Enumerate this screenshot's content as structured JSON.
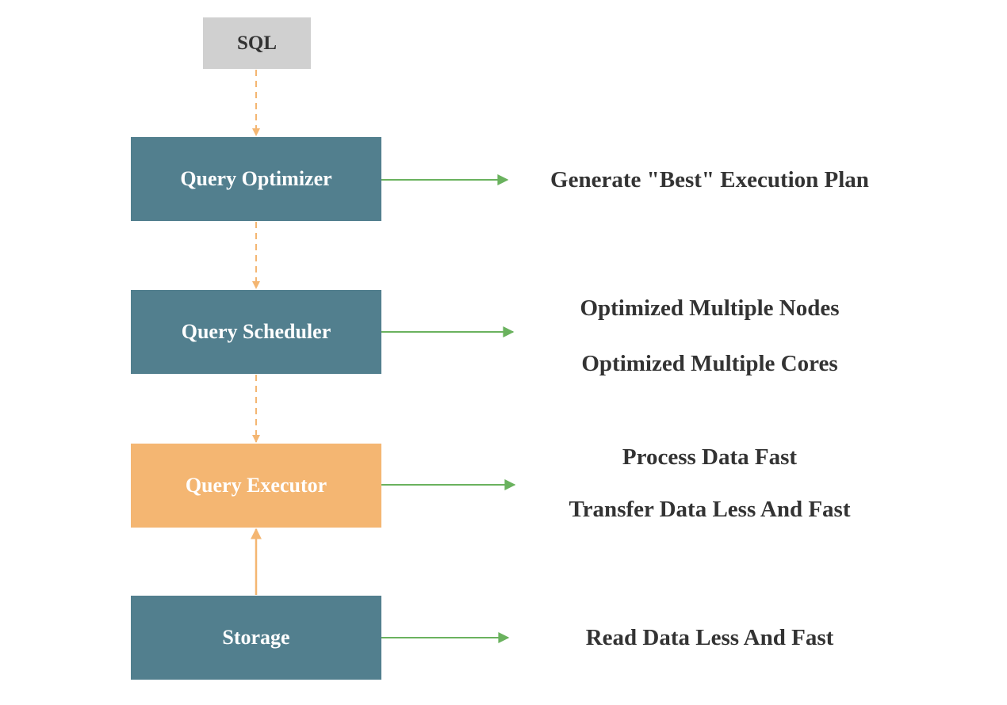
{
  "colors": {
    "sql_box": "#d0d0d0",
    "stage_box": "#527f8e",
    "highlight_box": "#f4b672",
    "flow_arrow": "#f4b672",
    "output_arrow": "#6ab25e",
    "dark_text": "#333333",
    "light_text": "#ffffff"
  },
  "input": {
    "label": "SQL"
  },
  "stages": [
    {
      "id": "optimizer",
      "label": "Query Optimizer",
      "color_key": "stage_box",
      "outputs": [
        "Generate \"Best\" Execution Plan"
      ]
    },
    {
      "id": "scheduler",
      "label": "Query Scheduler",
      "color_key": "stage_box",
      "outputs": [
        "Optimized Multiple Nodes",
        "Optimized Multiple Cores"
      ]
    },
    {
      "id": "executor",
      "label": "Query Executor",
      "color_key": "highlight_box",
      "outputs": [
        "Process Data Fast",
        "Transfer Data Less And Fast"
      ]
    },
    {
      "id": "storage",
      "label": "Storage",
      "color_key": "stage_box",
      "outputs": [
        "Read Data Less And Fast"
      ]
    }
  ],
  "flows": [
    {
      "from": "input",
      "to": "optimizer",
      "style": "dashed"
    },
    {
      "from": "optimizer",
      "to": "scheduler",
      "style": "dashed"
    },
    {
      "from": "scheduler",
      "to": "executor",
      "style": "dashed"
    },
    {
      "from": "storage",
      "to": "executor",
      "style": "solid"
    }
  ]
}
